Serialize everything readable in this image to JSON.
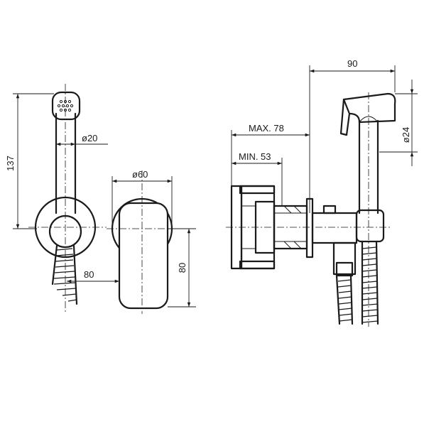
{
  "dimensions": {
    "height_137": "137",
    "hose_dia": "ø20",
    "body_dia": "ø60",
    "width_80": "80",
    "height_80": "80",
    "max_depth": "MAX. 78",
    "min_depth": "MIN. 53",
    "reach_90": "90",
    "head_dia": "ø24"
  }
}
